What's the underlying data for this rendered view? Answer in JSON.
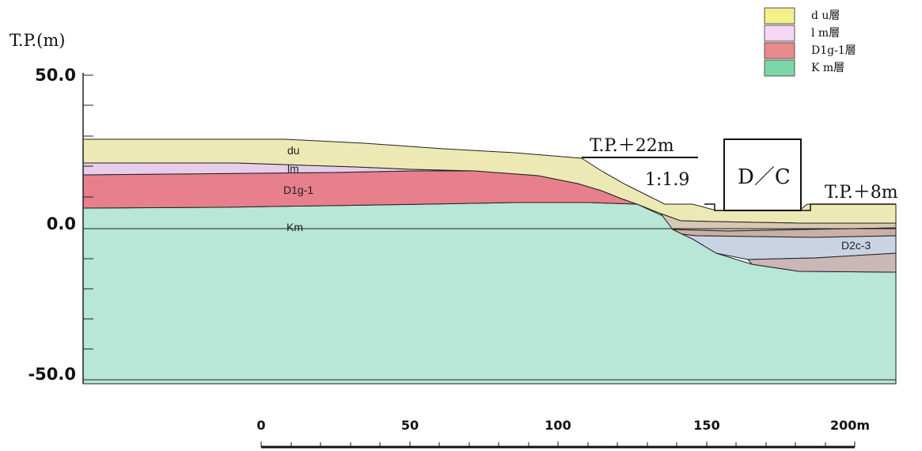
{
  "yaxis": {
    "label": "T.P.(m)",
    "ticks": [
      {
        "value": 50,
        "label": "50.0"
      },
      {
        "value": 0,
        "label": "0.0"
      },
      {
        "value": -50,
        "label": "-50.0"
      }
    ]
  },
  "legend": [
    {
      "label": "d u層",
      "color": "#f4f08a"
    },
    {
      "label": "l m層",
      "color": "#f7d6f5"
    },
    {
      "label": "D1g-1層",
      "color": "#e98a8a"
    },
    {
      "label": "K m層",
      "color": "#7bd6a8"
    }
  ],
  "layers": {
    "du": "du",
    "lm": "lm",
    "d1g": "D1g-1",
    "km": "Km",
    "d2c": "D2c-3"
  },
  "annotations": {
    "crest": "T.P.＋22m",
    "slope": "1:1.9",
    "structure": "D／C",
    "right_level": "T.P.＋8m"
  },
  "scale_bar": {
    "labels": [
      "0",
      "50",
      "100",
      "150",
      "200m"
    ]
  },
  "colors": {
    "du": "#ece9b4",
    "lm": "#e8cdea",
    "d1g": "#e77f8d",
    "km": "#b8e6d7",
    "sand_light": "#d7c7b4",
    "sand_mid": "#c8b1a4",
    "clay": "#c9d3e3",
    "clay_lower": "#cbb6b8",
    "lower_brown": "#d6c2b7"
  }
}
